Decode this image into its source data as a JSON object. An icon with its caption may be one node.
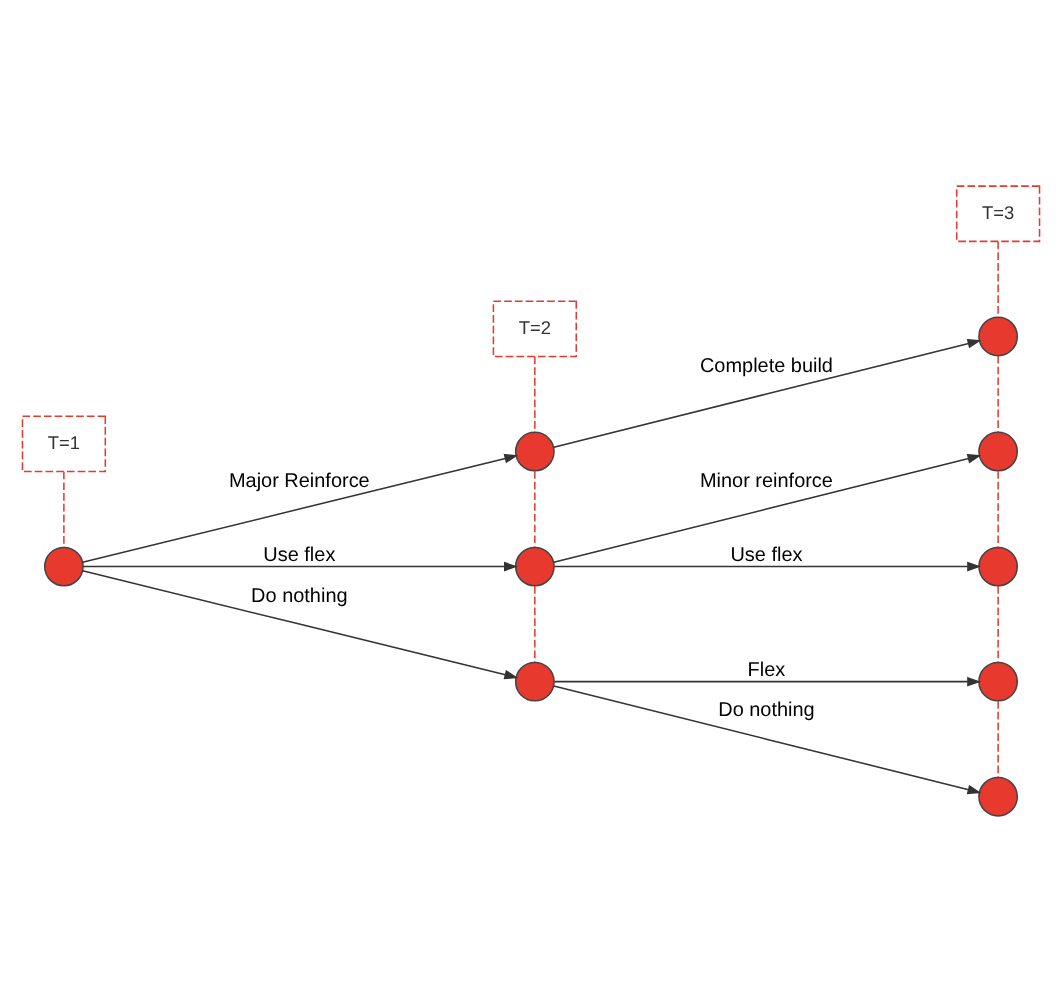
{
  "diagram": {
    "nodes": [
      {
        "text": [
          "T=1"
        ]
      },
      {
        "text": [
          "T=2"
        ]
      },
      {
        "text": [
          "T=3"
        ]
      },
      {
        "text": [],
        "shape": "circle"
      },
      {
        "text": [],
        "shape": "circle"
      },
      {
        "text": [],
        "shape": "circle"
      },
      {
        "text": [],
        "shape": "circle"
      },
      {
        "text": [],
        "shape": "circle"
      },
      {
        "text": [],
        "shape": "circle"
      },
      {
        "text": [],
        "shape": "circle"
      },
      {
        "text": [],
        "shape": "circle"
      },
      {
        "text": [],
        "shape": "circle"
      }
    ],
    "edges": [
      {
        "from": 3,
        "to": 4,
        "arrow": "to",
        "label": "Major Reinforce",
        "color": "#333333"
      },
      {
        "from": 3,
        "to": 5,
        "arrow": "to",
        "label": "Use flex",
        "color": "#333333"
      },
      {
        "from": 3,
        "to": 6,
        "arrow": "to",
        "label": "Do nothing",
        "color": "#333333"
      },
      {
        "from": 4,
        "to": 7,
        "arrow": "to",
        "label": "Complete build",
        "color": "#333333"
      },
      {
        "from": 5,
        "to": 8,
        "arrow": "to",
        "label": "Minor reinforce",
        "color": "#333333"
      },
      {
        "from": 5,
        "to": 9,
        "arrow": "to",
        "label": "Use flex",
        "color": "#333333"
      },
      {
        "from": 6,
        "to": 10,
        "arrow": "to",
        "label": "Flex",
        "color": "#333333"
      },
      {
        "from": 6,
        "to": 11,
        "arrow": "to",
        "label": "Do nothing",
        "color": "#333333"
      },
      {
        "from": 0,
        "to": 3,
        "arrow": "none",
        "style": "dashed"
      },
      {
        "from": 1,
        "to": 4,
        "arrow": "none",
        "style": "dashed"
      },
      {
        "from": 4,
        "to": 5,
        "arrow": "none",
        "style": "dashed"
      },
      {
        "from": 5,
        "to": 6,
        "arrow": "none",
        "style": "dashed"
      },
      {
        "from": 2,
        "to": 7,
        "arrow": "none",
        "style": "dashed"
      },
      {
        "from": 7,
        "to": 8,
        "arrow": "none",
        "style": "dashed"
      },
      {
        "from": 8,
        "to": 9,
        "arrow": "none",
        "style": "dashed"
      },
      {
        "from": 9,
        "to": 10,
        "arrow": "none",
        "style": "dashed"
      },
      {
        "from": 10,
        "to": 11,
        "arrow": "none",
        "style": "dashed"
      }
    ]
  }
}
